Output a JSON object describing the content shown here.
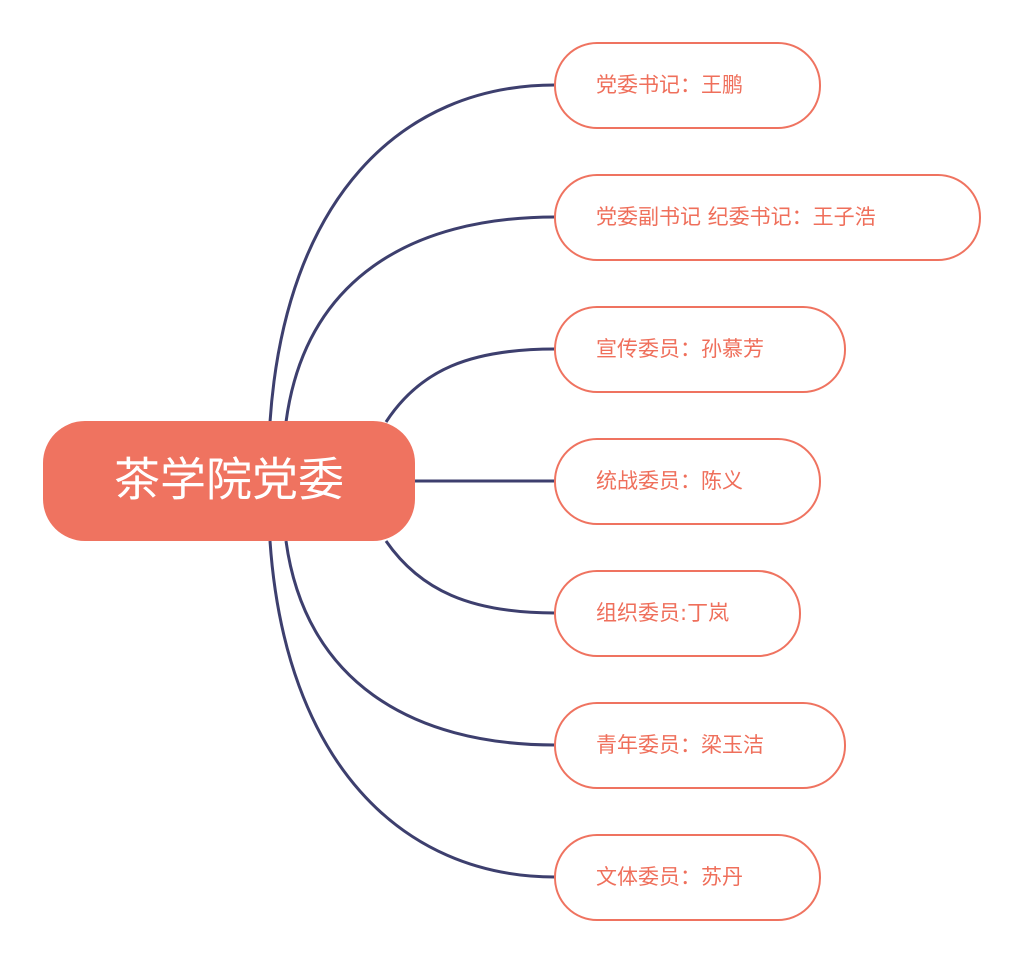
{
  "root": {
    "label": "茶学院党委"
  },
  "children": [
    {
      "label": "党委书记：王鹏"
    },
    {
      "label": "党委副书记 纪委书记：王子浩"
    },
    {
      "label": "宣传委员：孙慕芳"
    },
    {
      "label": "统战委员：陈义"
    },
    {
      "label": "组织委员:丁岚"
    },
    {
      "label": "青年委员：梁玉洁"
    },
    {
      "label": "文体委员：苏丹"
    }
  ],
  "colors": {
    "root_fill": "#ef7360",
    "root_text": "#ffffff",
    "child_border": "#ef7360",
    "child_text": "#ef6f5b",
    "edge": "#3d3f6e"
  }
}
